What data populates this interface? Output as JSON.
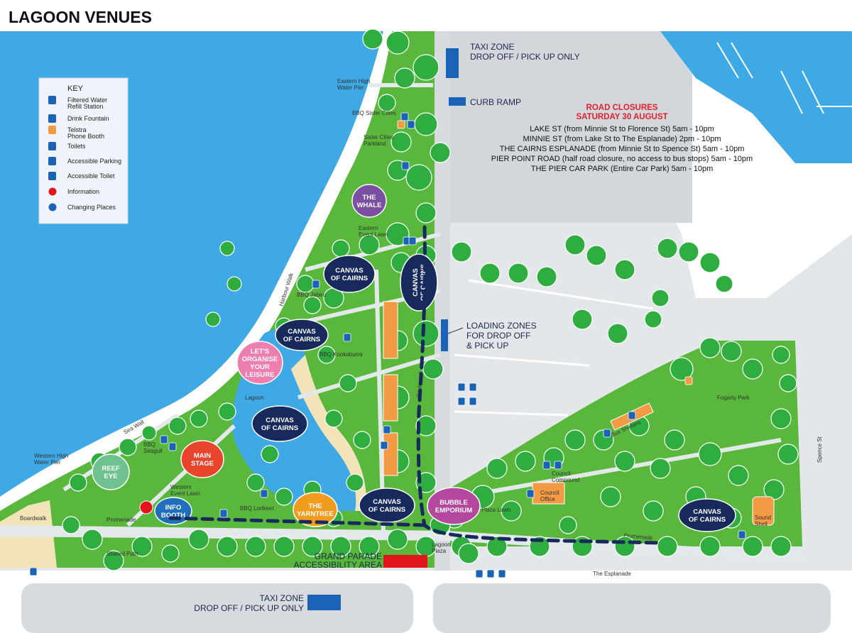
{
  "title": "LAGOON VENUES",
  "colors": {
    "water": "#3fa9e6",
    "grass": "#59b83c",
    "path": "#e3e8ea",
    "road": "#d7dbdf",
    "navy": "#172a5b",
    "parking_blue": "#1a63b6",
    "accessibility_red": "#e3141b"
  },
  "key": {
    "heading": "KEY",
    "items": [
      {
        "icon": "water-bottle-icon",
        "lines": [
          "Filtered Water",
          "Refill Station"
        ]
      },
      {
        "icon": "drink-fountain-icon",
        "lines": [
          "Drink Fountain"
        ]
      },
      {
        "icon": "phone-icon",
        "lines": [
          "Telstra",
          "Phone Booth"
        ]
      },
      {
        "icon": "toilets-icon",
        "lines": [
          "Toilets"
        ]
      },
      {
        "icon": "accessible-parking-icon",
        "lines": [
          "Accessible Parking"
        ]
      },
      {
        "icon": "wheelchair-icon",
        "lines": [
          "Accessible Toilet"
        ]
      },
      {
        "icon": "information-icon",
        "lines": [
          "Information"
        ]
      },
      {
        "icon": "changing-places-icon",
        "lines": [
          "Changing Places"
        ]
      }
    ]
  },
  "venues": [
    {
      "id": "the-whale",
      "lines": [
        "THE",
        "WHALE"
      ],
      "color": "#7b4fa2"
    },
    {
      "id": "canvas-1",
      "lines": [
        "CANVAS",
        "OF CAIRNS"
      ],
      "color": "#172a5b"
    },
    {
      "id": "canvas-vertical",
      "lines": [
        "CANVAS",
        "OF CAIRNS"
      ],
      "color": "#172a5b"
    },
    {
      "id": "canvas-2",
      "lines": [
        "CANVAS",
        "OF CAIRNS"
      ],
      "color": "#172a5b"
    },
    {
      "id": "lets-organise",
      "lines": [
        "LET'S",
        "ORGANISE",
        "YOUR",
        "LEISURE"
      ],
      "color": "#ec7fb0"
    },
    {
      "id": "canvas-3",
      "lines": [
        "CANVAS",
        "OF CAIRNS"
      ],
      "color": "#172a5b"
    },
    {
      "id": "main-stage",
      "lines": [
        "MAIN",
        "STAGE"
      ],
      "color": "#e8452c"
    },
    {
      "id": "reef-eye",
      "lines": [
        "REEF",
        "EYE"
      ],
      "color": "#6fc28f"
    },
    {
      "id": "info-booth",
      "lines": [
        "INFO",
        "BOOTH"
      ],
      "color": "#1f6fbd"
    },
    {
      "id": "the-yarntree",
      "lines": [
        "THE",
        "YARNTREE"
      ],
      "color": "#f29c1f"
    },
    {
      "id": "canvas-4",
      "lines": [
        "CANVAS",
        "OF CAIRNS"
      ],
      "color": "#172a5b"
    },
    {
      "id": "bubble-emporium",
      "lines": [
        "BUBBLE",
        "EMPORIUM"
      ],
      "color": "#b4489e"
    },
    {
      "id": "canvas-5",
      "lines": [
        "CANVAS",
        "OF CAIRNS"
      ],
      "color": "#172a5b"
    }
  ],
  "labels": {
    "eastern_pier": [
      "Eastern High",
      "Water Pier"
    ],
    "bbq_sister": "BBQ Sister Cities",
    "sister_parkland": [
      "Sister Cities",
      "Parkland"
    ],
    "eastern_lawn": [
      "Eastern",
      "Event Lawn"
    ],
    "harbour_walk": "Harbour Walk",
    "bbq_jabiru": "BBQ Jabiru",
    "bbq_kookaburra": "BBQ Kookaburra",
    "lagoon": "Lagoon",
    "sea_wall": "Sea Wall",
    "bbq_seagull": [
      "BBQ",
      "Seagull"
    ],
    "western_pier": [
      "Western High",
      "Water Pier"
    ],
    "western_lawn": [
      "Western",
      "Event Lawn"
    ],
    "bbq_lorikeet": "BBQ Lorikeet",
    "boardwalk": "Boardwalk",
    "promenade_w": "Promenade",
    "shared_path": "Shared Path",
    "boulevard": "Boulevard",
    "lagoon_plaza": [
      "Lagoon",
      "Plaza"
    ],
    "plaza_lawn": "Plaza Lawn",
    "council_compound": [
      "Council",
      "Compound"
    ],
    "council_office": [
      "Council",
      "Office"
    ],
    "bus_shelters": "Bus Shelters",
    "fogarty_park": "Fogarty Park",
    "spence_st": "Spence St",
    "sound_shell": [
      "Sound",
      "Shell"
    ],
    "promenade_e": "Promenade",
    "the_esplanade": "The Esplanade"
  },
  "callouts": {
    "taxi_top": [
      "TAXI ZONE",
      "DROP OFF / PICK UP ONLY"
    ],
    "curb_ramp": "CURB RAMP",
    "loading": [
      "LOADING ZONES",
      "FOR DROP OFF",
      "& PICK UP"
    ],
    "grand_parade": [
      "GRAND PARADE",
      "ACCESSIBILITY AREA"
    ],
    "taxi_bottom": [
      "TAXI ZONE",
      "DROP OFF / PICK UP ONLY"
    ]
  },
  "road_closures": {
    "heading": [
      "ROAD CLOSURES",
      "SATURDAY 30 AUGUST"
    ],
    "lines": [
      "LAKE ST (from Minnie St to Florence St) 5am - 10pm",
      "MINNIE ST (from Lake St to The Esplanade) 2pm - 10pm",
      "THE CAIRNS ESPLANADE (from Minnie St to Spence St) 5am - 10pm",
      "PIER POINT ROAD (half road closure, no access to bus stops) 5am - 10pm",
      "THE PIER CAR PARK (Entire Car Park) 5am - 10pm"
    ]
  }
}
